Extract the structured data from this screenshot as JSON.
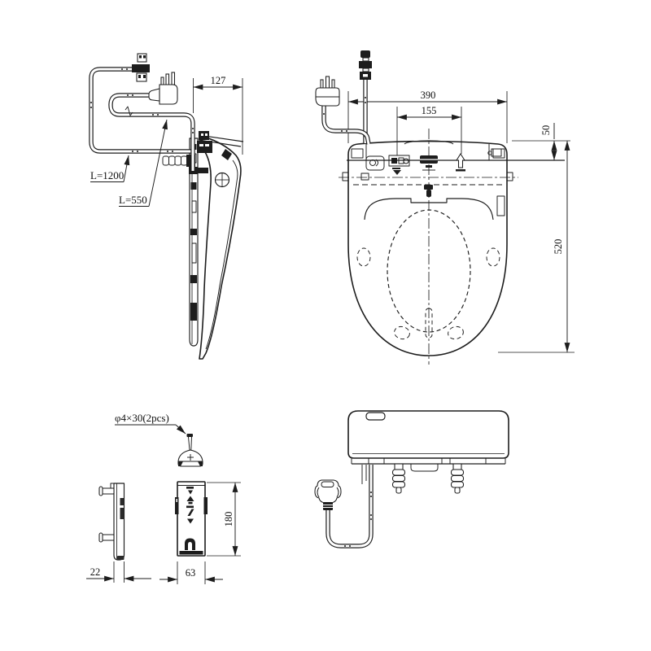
{
  "drawing": {
    "title": "bidet seat installation dimension drawing",
    "line_color": "#1d1d1d",
    "background": "#ffffff",
    "side_view": {
      "dim_depth_offset": "127",
      "cord_label_long": "L=1200",
      "cord_label_short": "L=550"
    },
    "top_view": {
      "dim_overall_width": "390",
      "dim_hinge_hole_pitch": "155",
      "dim_tank_edge": "50",
      "dim_overall_length": "520"
    },
    "fastener_detail": {
      "label": "φ4×30(2pcs)"
    },
    "bracket_side_view": {
      "dim_thickness": "22"
    },
    "remote_front_view": {
      "dim_width": "63",
      "dim_height": "180"
    }
  }
}
